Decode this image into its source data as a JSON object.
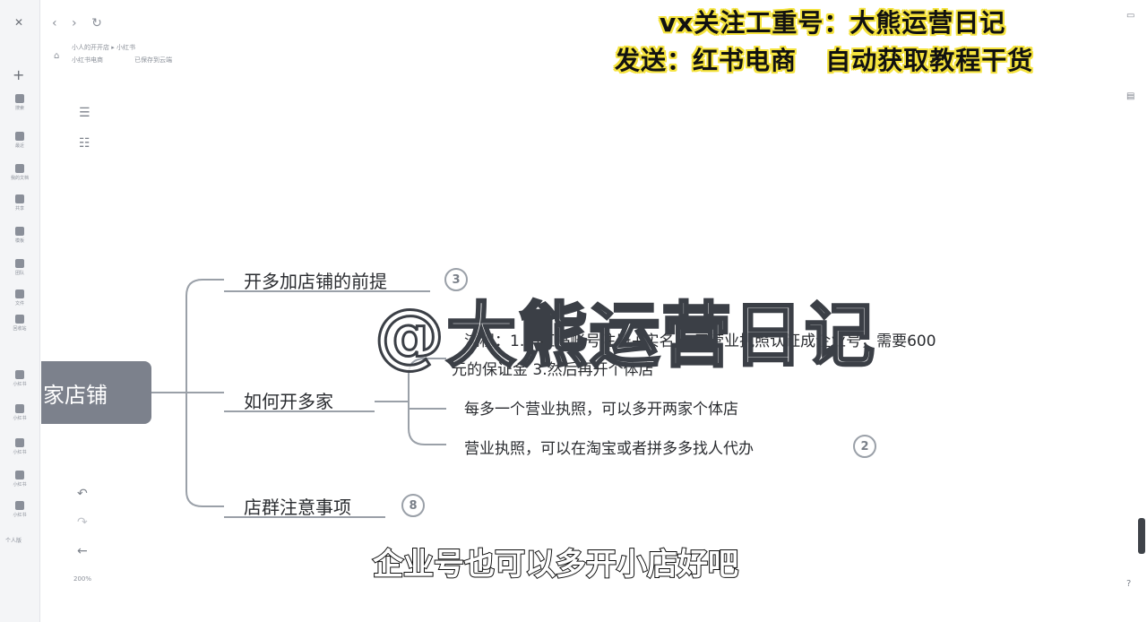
{
  "watermark": {
    "line1": "vx关注工重号：大熊运营日记",
    "line2": "发送：红书电商   自动获取教程干货",
    "center": "@大熊运营日记"
  },
  "topbar": {
    "nav": "‹ › ↻",
    "crumb_top": "小人的开开店 ▸ 小红书",
    "crumb_left": "小红书电商",
    "crumb_right": "已保存到云端"
  },
  "rail": {
    "items": [
      "搜索",
      "最近",
      "我的文档",
      "共享",
      "模板",
      "团队",
      "文件",
      "回收站",
      "小红书",
      "小红书",
      "小红书",
      "小红书",
      "小红书"
    ],
    "bottom_label": "个人版"
  },
  "toolbar": {
    "zoom": "200%",
    "undo_icon": "↶",
    "redo_icon": "↷",
    "back_icon": "←"
  },
  "mindmap": {
    "root": "家店铺",
    "branches": [
      {
        "label": "开多加店铺的前提",
        "badge": "3"
      },
      {
        "label": "如何开多家",
        "badge": ""
      },
      {
        "label": "店群注意事项",
        "badge": "8"
      }
    ],
    "leaves": [
      {
        "line1": "流程：1.小红书账号注册+实名  2.用营业执照认证成企业号，需要600",
        "line2": "元的保证金  3.然后再开个体店",
        "badge": ""
      },
      {
        "line1": "每多一个营业执照，可以多开两家个体店",
        "line2": "",
        "badge": ""
      },
      {
        "line1": "营业执照，可以在淘宝或者拼多多找人代办",
        "line2": "",
        "badge": "2"
      }
    ]
  },
  "subtitle": "企业号也可以多开小店好吧",
  "colors": {
    "root_bg": "#7c818c",
    "connector": "#9aa0a8",
    "watermark_outline": "#f5e33d"
  }
}
